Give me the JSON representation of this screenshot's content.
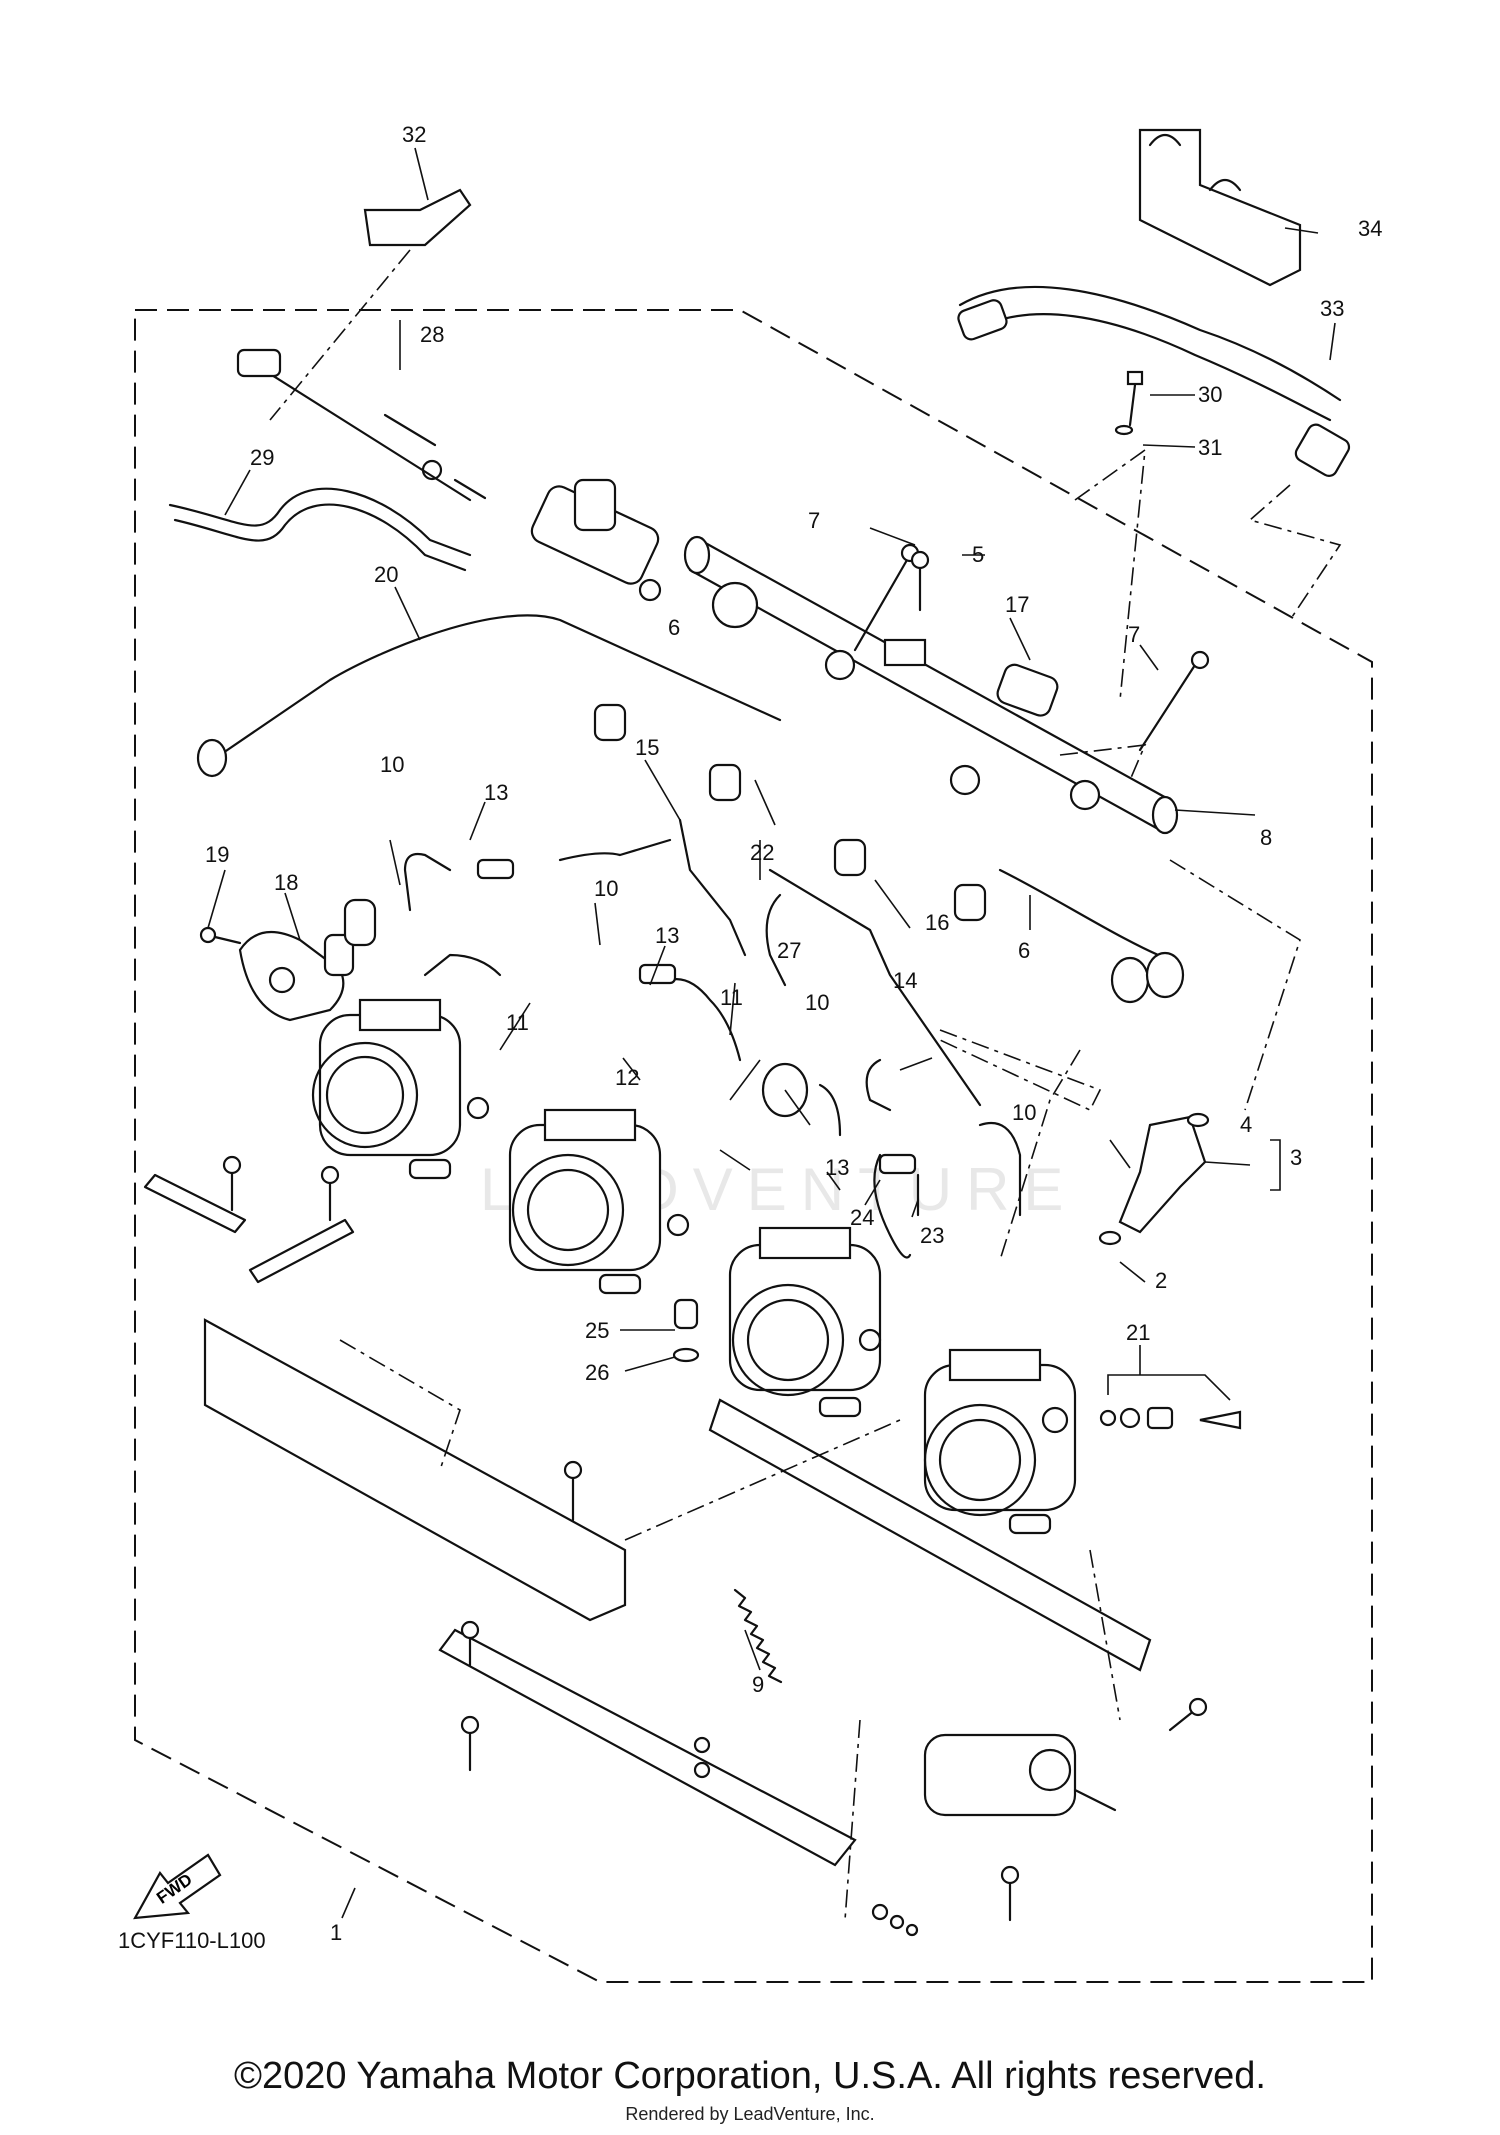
{
  "diagram_code": "1CYF110-L100",
  "copyright": "©2020 Yamaha Motor Corporation, U.S.A. All rights reserved.",
  "rendered_by": "Rendered by LeadVenture, Inc.",
  "watermark": "LEADVENTURE",
  "fwd_label": "FWD",
  "callouts": {
    "p1": "1",
    "p2": "2",
    "p3": "3",
    "p4": "4",
    "p5": "5",
    "p6a": "6",
    "p6b": "6",
    "p7a": "7",
    "p7b": "7",
    "p8": "8",
    "p9": "9",
    "p10a": "10",
    "p10b": "10",
    "p10c": "10",
    "p10d": "10",
    "p11a": "11",
    "p11b": "11",
    "p12": "12",
    "p13a": "13",
    "p13b": "13",
    "p13c": "13",
    "p14": "14",
    "p15": "15",
    "p16": "16",
    "p17": "17",
    "p18": "18",
    "p19": "19",
    "p20": "20",
    "p21": "21",
    "p22": "22",
    "p23": "23",
    "p24": "24",
    "p25": "25",
    "p26": "26",
    "p27": "27",
    "p28": "28",
    "p29": "29",
    "p30": "30",
    "p31": "31",
    "p32": "32",
    "p33": "33",
    "p34": "34"
  }
}
